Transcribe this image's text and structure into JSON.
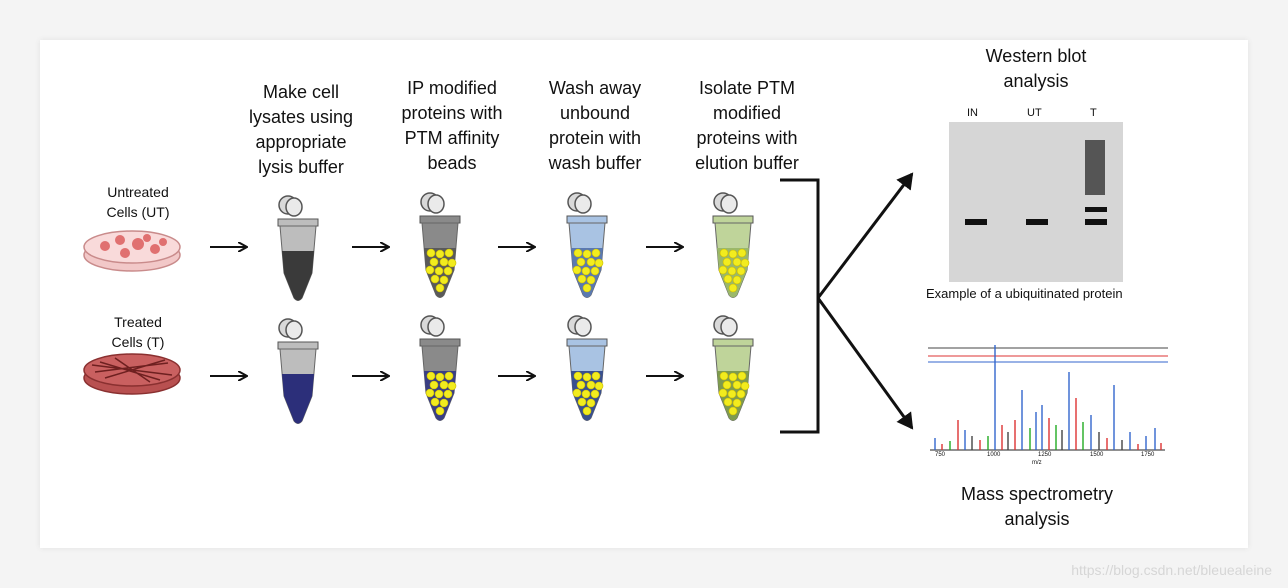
{
  "steps": [
    {
      "label": "Make cell\nlysates using\nappropriate\nlysis buffer"
    },
    {
      "label": "IP modified\nproteins with\nPTM affinity\nbeads"
    },
    {
      "label": "Wash away\nunbound\nprotein with\nwash buffer"
    },
    {
      "label": "Isolate PTM\nmodified\nproteins with\nelution buffer"
    }
  ],
  "samples": [
    {
      "label": "Untreated\nCells (UT)"
    },
    {
      "label": "Treated\nCells (T)"
    }
  ],
  "western_blot": {
    "title": "Western blot\nanalysis",
    "lanes": [
      "IN",
      "UT",
      "T"
    ],
    "caption": "Example of a ubiquitinated protein"
  },
  "mass_spec": {
    "title": "Mass spectrometry\nanalysis",
    "x_ticks": [
      "750",
      "1000",
      "1250",
      "1500",
      "1750"
    ],
    "axis_label": "m/z"
  },
  "watermark": "https://blog.csdn.net/bleuealeine",
  "colors": {
    "lysate_untreated": "#3a3a3a",
    "lysate_treated": "#2c2f7a",
    "bead": "#f2ec1e",
    "tube_grey": "#8a8a8a",
    "tube_blue": "#a9c3e3",
    "tube_green": "#bfd49a",
    "blot_bg": "#d6d6d6"
  }
}
